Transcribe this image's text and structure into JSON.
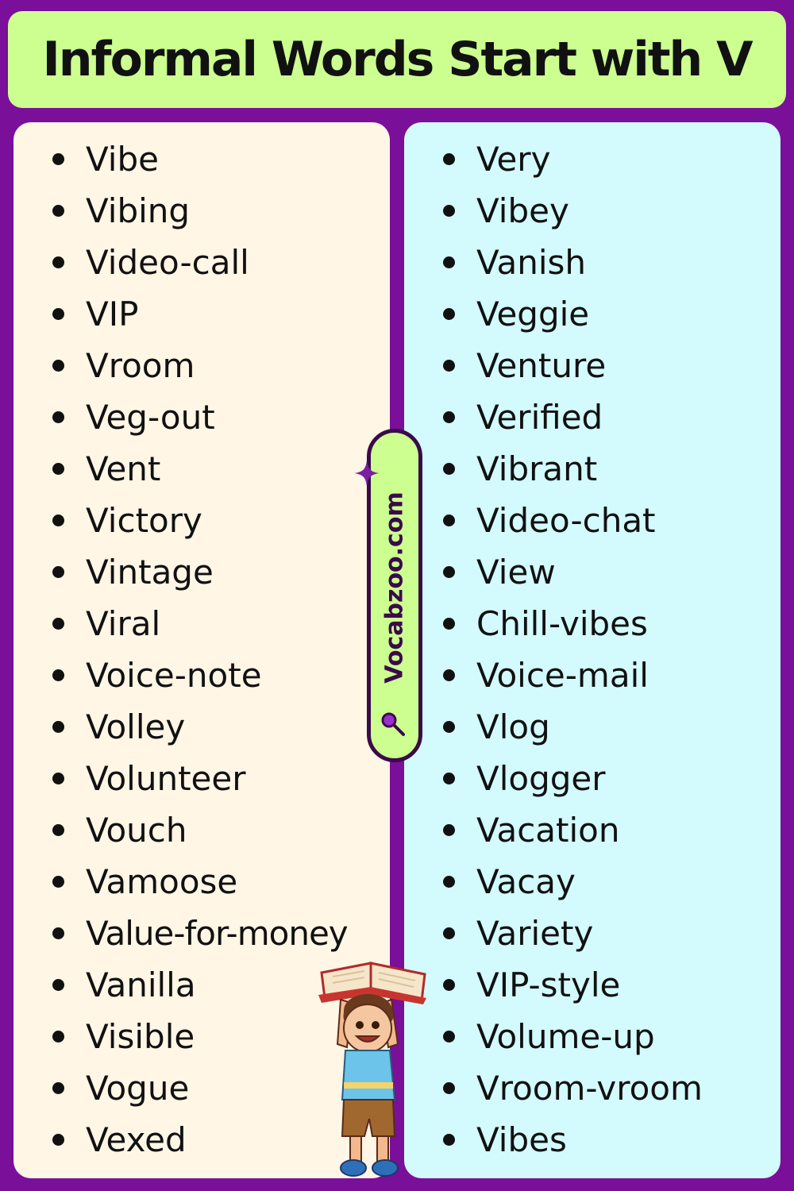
{
  "title": "Informal Words Start with V",
  "site": "Vocabzoo.com",
  "colors": {
    "background": "#7a0f9a",
    "title_bg": "#ccff90",
    "left_panel": "#fff6e6",
    "right_panel": "#d3fafd",
    "badge_border": "#3a0a4a"
  },
  "icons": [
    "sparkle-icon",
    "search-icon",
    "kid-reading-book-illustration"
  ],
  "left_words": [
    "Vibe",
    "Vibing",
    "Video-call",
    "VIP",
    "Vroom",
    "Veg-out",
    "Vent",
    "Victory",
    "Vintage",
    "Viral",
    "Voice-note",
    "Volley",
    "Volunteer",
    "Vouch",
    "Vamoose",
    "Value-for-money",
    "Vanilla",
    "Visible",
    "Vogue",
    "Vexed"
  ],
  "right_words": [
    "Very",
    "Vibey",
    "Vanish",
    "Veggie",
    "Venture",
    "Verified",
    "Vibrant",
    "Video-chat",
    "View",
    "Chill-vibes",
    "Voice-mail",
    "Vlog",
    "Vlogger",
    "Vacation",
    "Vacay",
    "Variety",
    "VIP-style",
    "Volume-up",
    "Vroom-vroom",
    "Vibes"
  ]
}
